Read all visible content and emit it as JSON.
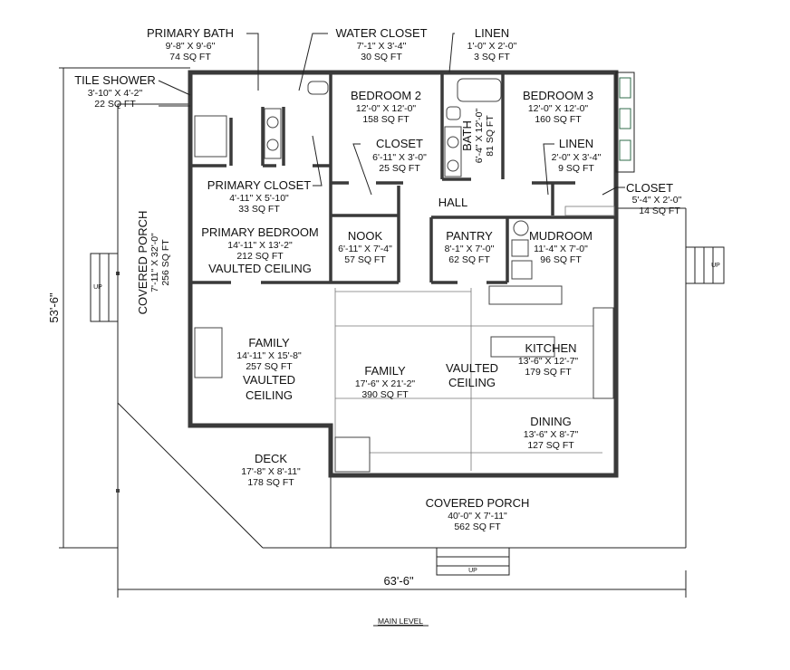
{
  "title": "MAIN LEVEL",
  "dimensions": {
    "width": "63'-6\"",
    "depth": "53'-6\""
  },
  "stairs_label": "UP",
  "rooms": {
    "primary_bath": {
      "name": "PRIMARY BATH",
      "size": "9'-8\" X 9'-6\"",
      "area": "74 SQ FT"
    },
    "water_closet": {
      "name": "WATER CLOSET",
      "size": "7'-1\" X 3'-4\"",
      "area": "30 SQ FT"
    },
    "linen1": {
      "name": "LINEN",
      "size": "1'-0\" X 2'-0\"",
      "area": "3 SQ FT"
    },
    "tile_shower": {
      "name": "TILE SHOWER",
      "size": "3'-10\" X 4'-2\"",
      "area": "22 SQ FT"
    },
    "bedroom2": {
      "name": "BEDROOM 2",
      "size": "12'-0\" X 12'-0\"",
      "area": "158 SQ FT"
    },
    "bedroom3": {
      "name": "BEDROOM 3",
      "size": "12'-0\" X 12'-0\"",
      "area": "160 SQ FT"
    },
    "closet_b2": {
      "name": "CLOSET",
      "size": "6'-11\" X 3'-0\"",
      "area": "25 SQ FT"
    },
    "bath": {
      "name": "BATH",
      "size": "6'-4\" X 12'-0\"",
      "area": "81 SQ FT"
    },
    "linen2": {
      "name": "LINEN",
      "size": "2'-0\" X 3'-4\"",
      "area": "9 SQ FT"
    },
    "closet_hall": {
      "name": "CLOSET",
      "size": "5'-4\" X 2'-0\"",
      "area": "14 SQ FT"
    },
    "primary_closet": {
      "name": "PRIMARY CLOSET",
      "size": "4'-11\" X 5'-10\"",
      "area": "33 SQ FT"
    },
    "hall": {
      "name": "HALL"
    },
    "primary_bedroom": {
      "name": "PRIMARY BEDROOM",
      "size": "14'-11\" X 13'-2\"",
      "area": "212 SQ FT",
      "note": "VAULTED CEILING"
    },
    "nook": {
      "name": "NOOK",
      "size": "6'-11\" X 7'-4\"",
      "area": "57 SQ FT"
    },
    "pantry": {
      "name": "PANTRY",
      "size": "8'-1\" X 7'-0\"",
      "area": "62 SQ FT"
    },
    "mudroom": {
      "name": "MUDROOM",
      "size": "11'-4\" X 7'-0\"",
      "area": "96 SQ FT"
    },
    "covered_porch_side": {
      "name": "COVERED PORCH",
      "size": "7'-11\" X 32'-0\"",
      "area": "256 SQ FT"
    },
    "family_small": {
      "name": "FAMILY",
      "size": "14'-11\" X 15'-8\"",
      "area": "257 SQ FT",
      "note1": "VAULTED",
      "note2": "CEILING"
    },
    "family_large": {
      "name": "FAMILY",
      "size": "17'-6\" X 21'-2\"",
      "area": "390 SQ FT"
    },
    "vaulted": {
      "line1": "VAULTED",
      "line2": "CEILING"
    },
    "kitchen": {
      "name": "KITCHEN",
      "size": "13'-6\" X 12'-7\"",
      "area": "179 SQ FT"
    },
    "dining": {
      "name": "DINING",
      "size": "13'-6\" X 8'-7\"",
      "area": "127 SQ FT"
    },
    "deck": {
      "name": "DECK",
      "size": "17'-8\" X 8'-11\"",
      "area": "178 SQ FT"
    },
    "covered_porch_front": {
      "name": "COVERED PORCH",
      "size": "40'-0\" X 7'-11\"",
      "area": "562 SQ FT"
    }
  }
}
